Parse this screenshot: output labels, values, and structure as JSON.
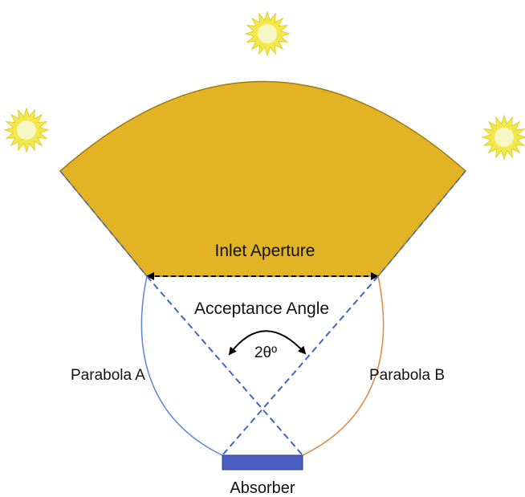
{
  "labels": {
    "inlet_aperture": "Inlet Aperture",
    "acceptance_angle": "Acceptance Angle",
    "angle_value": "2θº",
    "parabola_a": "Parabola A",
    "parabola_b": "Parabola B",
    "absorber": "Absorber"
  },
  "colors": {
    "cone_fill": "#e2b325",
    "cone_stroke": "#a07b12",
    "sun_ray": "#f3e84b",
    "sun_core": "#f7f7c5",
    "aperture_line": "#000000",
    "dashed_line": "#3e66c4",
    "parabola_a": "#5b84d6",
    "parabola_b": "#e2863f",
    "absorber": "#4a5fc1"
  },
  "icons": [
    "sun-icon-top",
    "sun-icon-left",
    "sun-icon-right"
  ]
}
